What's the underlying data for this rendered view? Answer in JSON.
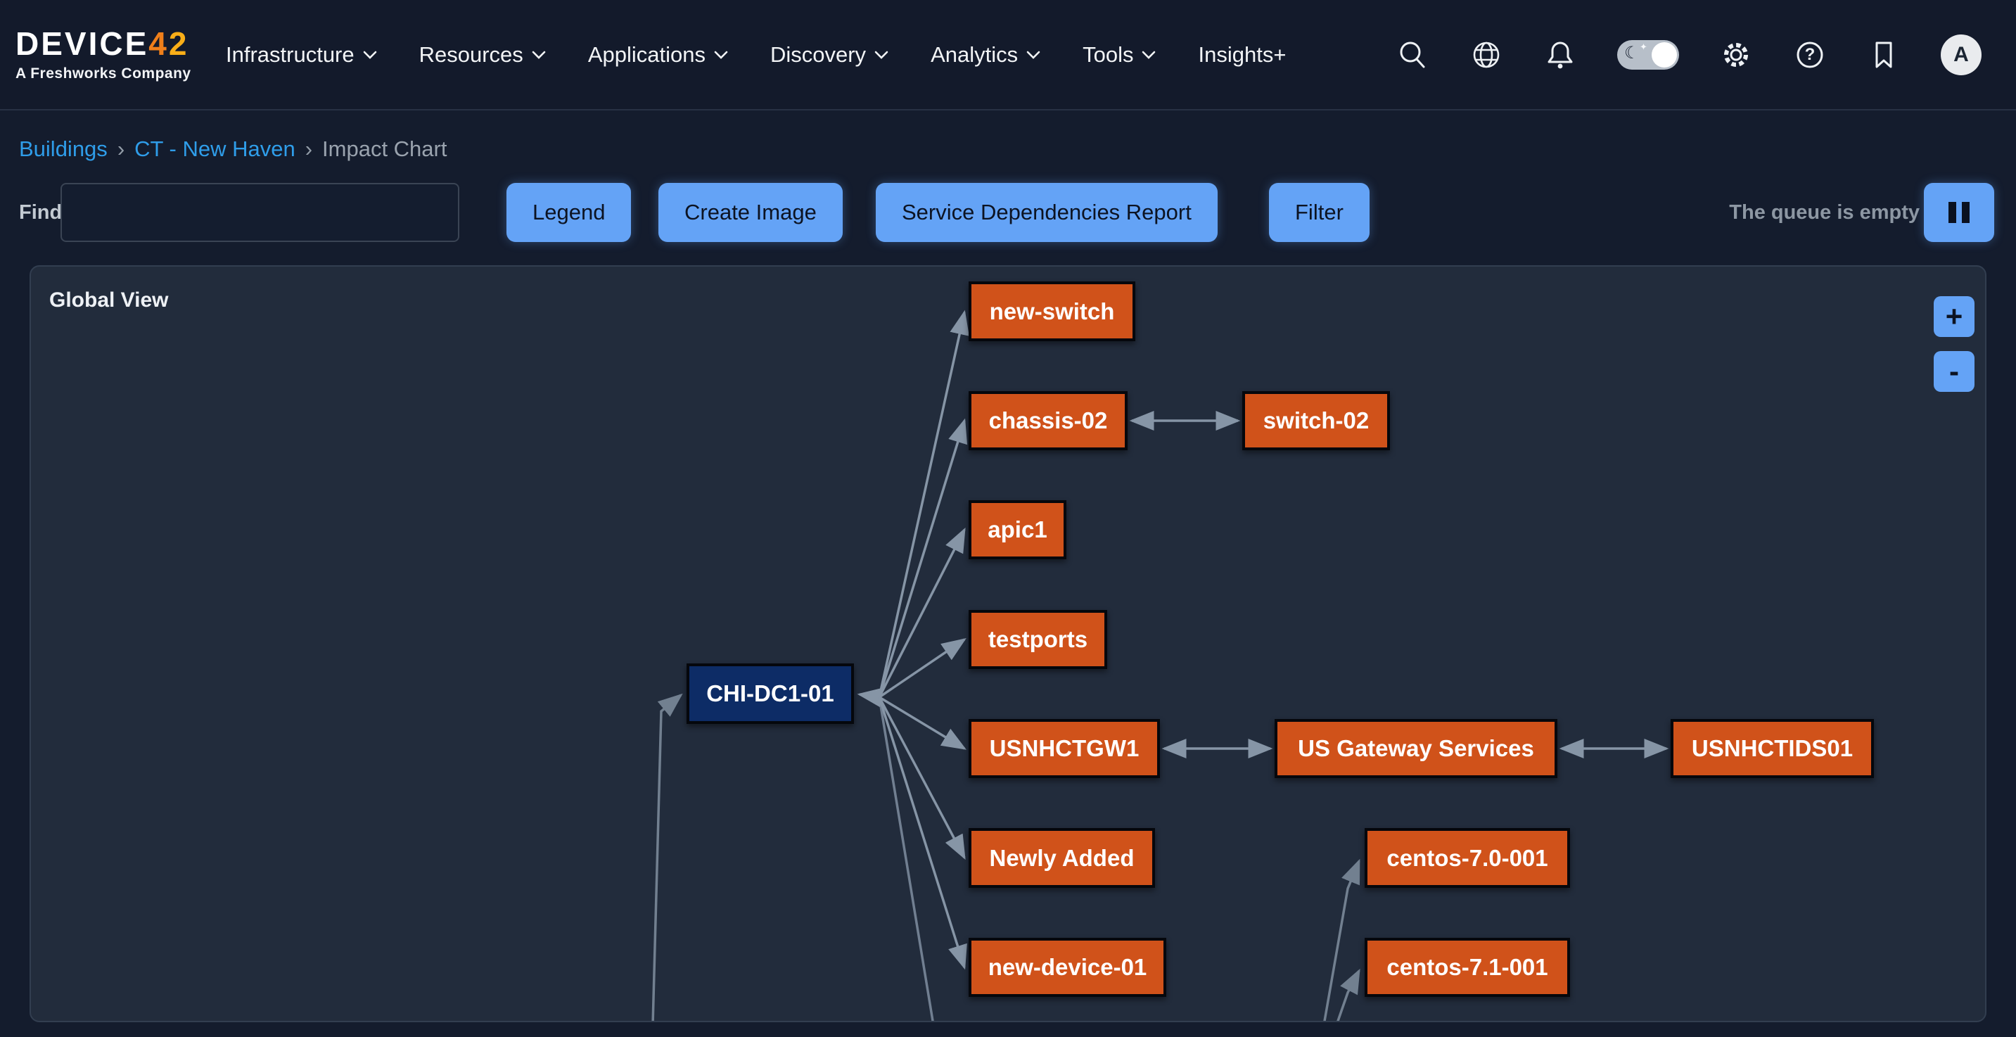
{
  "header": {
    "logo": {
      "brand_main": "DEVICE",
      "brand_4": "4",
      "brand_2": "2",
      "subtitle": "A Freshworks Company"
    },
    "nav": [
      {
        "label": "Infrastructure",
        "has_dropdown": true
      },
      {
        "label": "Resources",
        "has_dropdown": true
      },
      {
        "label": "Applications",
        "has_dropdown": true
      },
      {
        "label": "Discovery",
        "has_dropdown": true
      },
      {
        "label": "Analytics",
        "has_dropdown": true
      },
      {
        "label": "Tools",
        "has_dropdown": true
      },
      {
        "label": "Insights+",
        "has_dropdown": false
      }
    ],
    "icons": [
      "search",
      "globe",
      "notifications",
      "theme-toggle",
      "settings",
      "help",
      "bookmark"
    ],
    "help_glyph": "?",
    "avatar_initial": "A"
  },
  "breadcrumb": {
    "separator": "›",
    "items": [
      {
        "label": "Buildings",
        "is_link": true
      },
      {
        "label": "CT - New Haven",
        "is_link": true
      },
      {
        "label": "Impact Chart",
        "is_link": false
      }
    ]
  },
  "toolbar": {
    "find_label": "Find",
    "find_value": "",
    "legend_label": "Legend",
    "create_image_label": "Create Image",
    "service_dependencies_label": "Service Dependencies Report",
    "filter_label": "Filter",
    "queue_status": "The queue is empty"
  },
  "chart": {
    "title": "Global View",
    "zoom_in_label": "+",
    "zoom_out_label": "-",
    "colors": {
      "device_node": "#d0521a",
      "root_node": "#0d2c66",
      "edge": "#8695a6",
      "accent_button": "#64a3f6",
      "breadcrumb_link": "#2f9de9"
    },
    "nodes": [
      {
        "id": "chi-dc1-01",
        "label": "CHI-DC1-01",
        "type": "root"
      },
      {
        "id": "new-switch",
        "label": "new-switch",
        "type": "device"
      },
      {
        "id": "chassis-02",
        "label": "chassis-02",
        "type": "device"
      },
      {
        "id": "switch-02",
        "label": "switch-02",
        "type": "device"
      },
      {
        "id": "apic1",
        "label": "apic1",
        "type": "device"
      },
      {
        "id": "testports",
        "label": "testports",
        "type": "device"
      },
      {
        "id": "usnhctgw1",
        "label": "USNHCTGW1",
        "type": "device"
      },
      {
        "id": "us-gateway-services",
        "label": "US Gateway Services",
        "type": "device"
      },
      {
        "id": "usnhctids01",
        "label": "USNHCTIDS01",
        "type": "device"
      },
      {
        "id": "newly-added",
        "label": "Newly Added",
        "type": "device"
      },
      {
        "id": "centos-7.0-001",
        "label": "centos-7.0-001",
        "type": "device"
      },
      {
        "id": "new-device-01",
        "label": "new-device-01",
        "type": "device"
      },
      {
        "id": "centos-7.1-001",
        "label": "centos-7.1-001",
        "type": "device"
      }
    ],
    "edges": [
      {
        "from": "CHI-DC1-01",
        "to": "new-switch",
        "direction": "out"
      },
      {
        "from": "CHI-DC1-01",
        "to": "chassis-02",
        "direction": "out"
      },
      {
        "from": "CHI-DC1-01",
        "to": "apic1",
        "direction": "out"
      },
      {
        "from": "CHI-DC1-01",
        "to": "testports",
        "direction": "out"
      },
      {
        "from": "CHI-DC1-01",
        "to": "USNHCTGW1",
        "direction": "out"
      },
      {
        "from": "CHI-DC1-01",
        "to": "Newly Added",
        "direction": "out"
      },
      {
        "from": "CHI-DC1-01",
        "to": "new-device-01",
        "direction": "out"
      },
      {
        "from": "chassis-02",
        "to": "switch-02",
        "direction": "both"
      },
      {
        "from": "USNHCTGW1",
        "to": "US Gateway Services",
        "direction": "both"
      },
      {
        "from": "US Gateway Services",
        "to": "USNHCTIDS01",
        "direction": "both"
      },
      {
        "from": "offscreen-below",
        "to": "CHI-DC1-01",
        "direction": "in"
      },
      {
        "from": "offscreen-below",
        "to": "centos-7.0-001",
        "direction": "in"
      },
      {
        "from": "offscreen-below",
        "to": "centos-7.1-001",
        "direction": "in"
      }
    ]
  }
}
